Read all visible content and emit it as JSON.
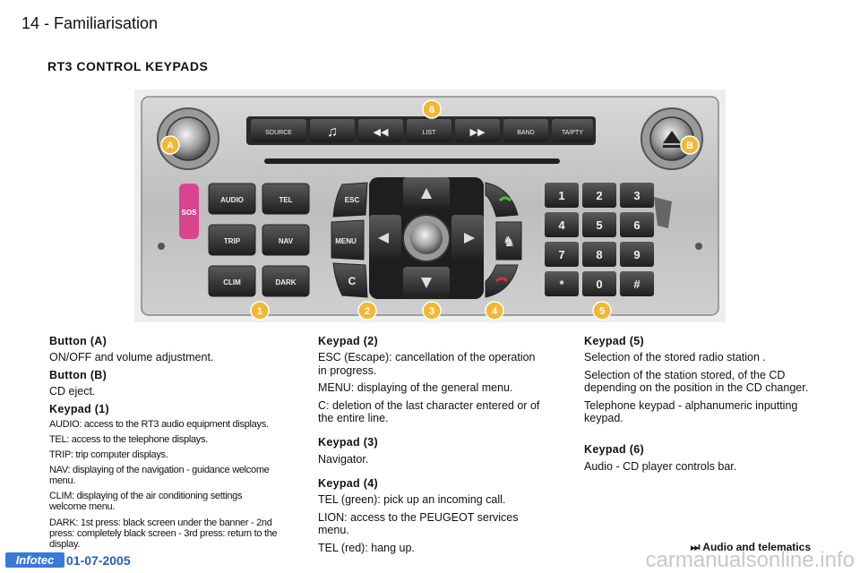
{
  "header": {
    "page_label": "14 - Familiarisation"
  },
  "section_title": "RT3 CONTROL KEYPADS",
  "radio": {
    "top_buttons": [
      "SOURCE",
      "",
      "",
      "LIST",
      "",
      "BAND",
      "TA/PTY"
    ],
    "left_buttons": [
      "AUDIO",
      "TEL",
      "TRIP",
      "NAV",
      "CLIM",
      "DARK"
    ],
    "side_buttons": [
      "ESC",
      "MENU",
      "C"
    ],
    "sos_label": "SOS",
    "keypad_digits": [
      "1",
      "2",
      "3",
      "4",
      "5",
      "6",
      "7",
      "8",
      "9",
      "*",
      "0",
      "#"
    ],
    "callouts": [
      "A",
      "B",
      "1",
      "2",
      "3",
      "4",
      "5",
      "6"
    ]
  },
  "col1": {
    "button_a_title": "Button (A)",
    "button_a_text": "ON/OFF and volume adjustment.",
    "button_b_title": "Button (B)",
    "button_b_text": "CD eject.",
    "keypad1_title": "Keypad (1)",
    "audio": "AUDIO: access to the RT3 audio equipment displays.",
    "tel": "TEL: access to the telephone displays.",
    "trip": "TRIP: trip computer displays.",
    "nav": "NAV: displaying of the navigation - guidance welcome menu.",
    "clim": "CLIM: displaying of the air conditioning settings welcome menu.",
    "dark": "DARK: 1st press: black screen under the banner - 2nd press: completely black screen - 3rd press: return to the display."
  },
  "col2": {
    "keypad2_title": "Keypad (2)",
    "esc": "ESC (Escape): cancellation of the operation in progress.",
    "menu": "MENU: displaying of the general menu.",
    "c": "C: deletion of the last character entered or of the entire line.",
    "keypad3_title": "Keypad (3)",
    "navigator": "Navigator.",
    "keypad4_title": "Keypad (4)",
    "tel_green": "TEL (green): pick up an incoming call.",
    "lion": "LION: access to the PEUGEOT services menu.",
    "tel_red": "TEL (red): hang up."
  },
  "col3": {
    "keypad5_title": "Keypad (5)",
    "sel1": "Selection of the stored radio station .",
    "sel2": "Selection of the station stored, of the CD depending on the position in the CD changer.",
    "phone_keypad": "Telephone keypad - alphanumeric inputting keypad.",
    "keypad6_title": "Keypad (6)",
    "cd_bar": "Audio - CD player controls bar."
  },
  "footer": {
    "link": "Audio and telematics",
    "logo": "Infotec",
    "date": "01-07-2005",
    "watermark": "carmanualsonline.info"
  }
}
